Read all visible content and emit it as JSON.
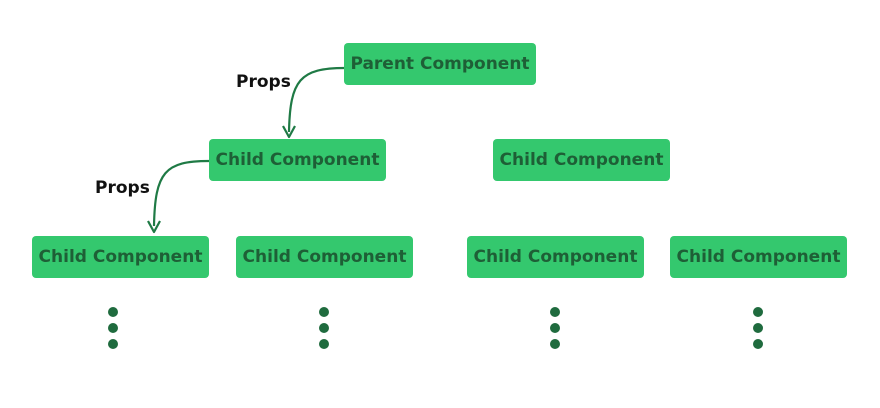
{
  "diagram": {
    "nodes": {
      "parent": "Parent Component",
      "child_mid_left": "Child Component",
      "child_mid_right": "Child Component",
      "child_bottom_1": "Child Component",
      "child_bottom_2": "Child Component",
      "child_bottom_3": "Child Component",
      "child_bottom_4": "Child Component"
    },
    "edge_labels": {
      "props_upper": "Props",
      "props_lower": "Props"
    }
  },
  "colors": {
    "node_fill": "#34c86e",
    "node_text": "#1e5f36",
    "arrow": "#1f7a45",
    "dots": "#1f6b3e",
    "label_text": "#111111"
  }
}
